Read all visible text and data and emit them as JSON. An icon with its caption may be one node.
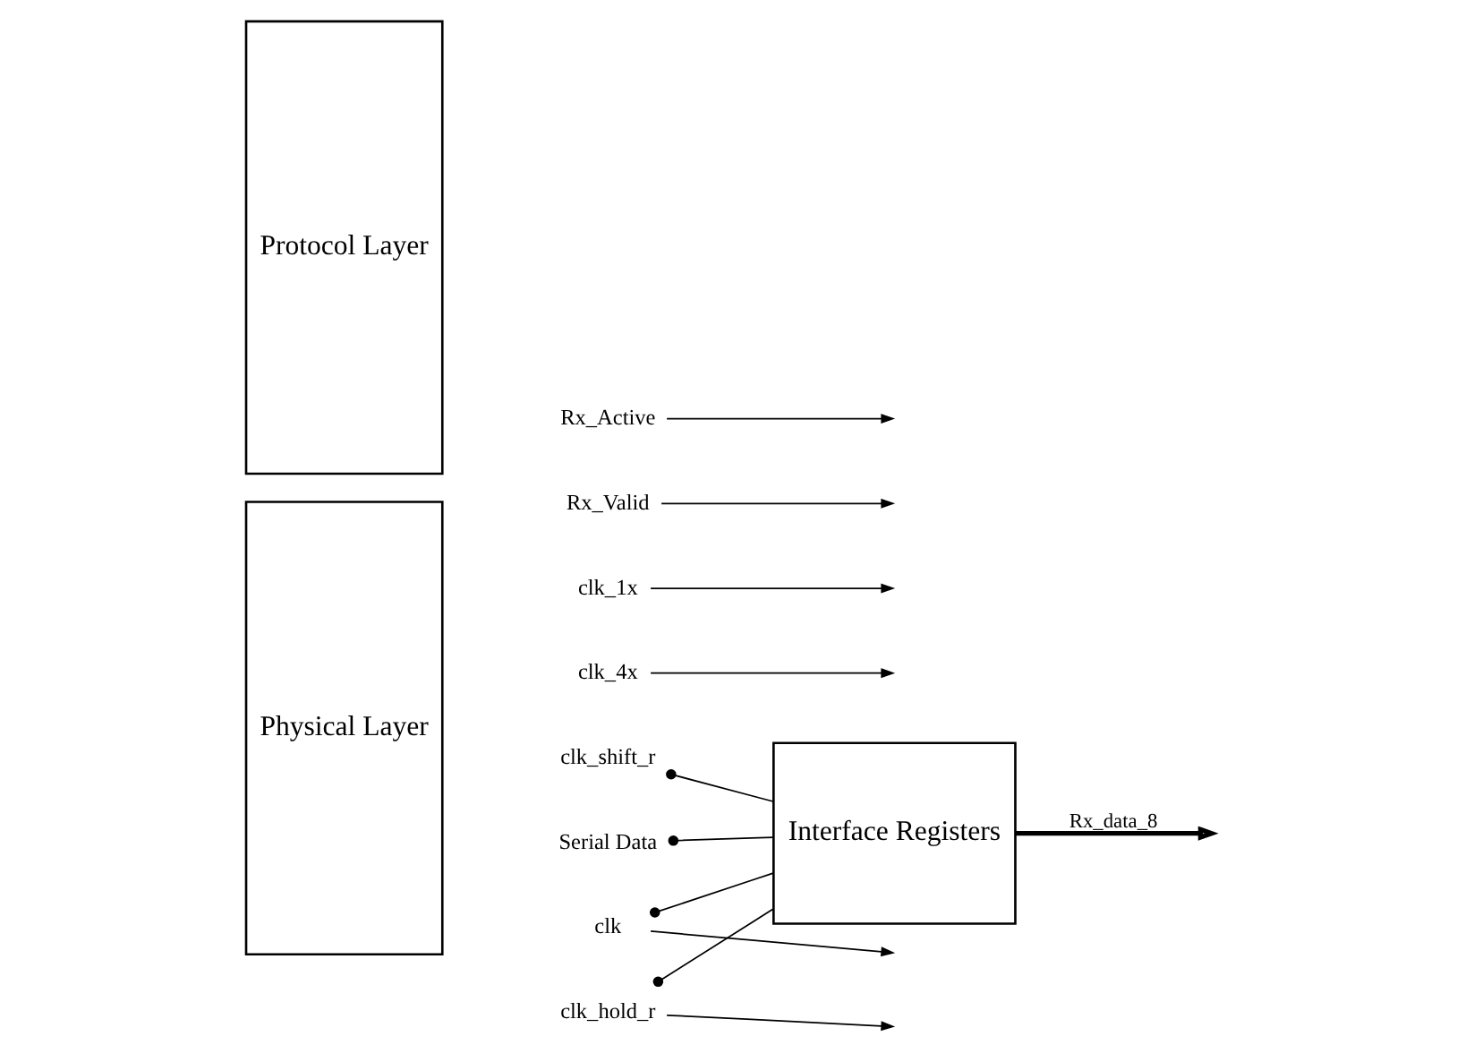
{
  "diagram": {
    "nodes": [
      {
        "text": [
          "Physical Layer"
        ]
      },
      {
        "text": [
          "Rx_Active"
        ]
      },
      {
        "text": [
          "Rx_Valid"
        ]
      },
      {
        "text": [
          "clk_1x"
        ]
      },
      {
        "text": [
          "clk_4x"
        ]
      },
      {
        "text": [
          "Serial Data"
        ]
      },
      {
        "text": [
          "clk_shift_r"
        ]
      },
      {
        "text": [
          "clk_hold_r"
        ]
      },
      {
        "text": [
          "clk"
        ]
      },
      {
        "text": [
          "Interface Registers"
        ]
      },
      {
        "text": [
          "Protocol Layer"
        ]
      }
    ],
    "edges": [
      {
        "from": 1,
        "to": null,
        "arrow": "to"
      },
      {
        "from": 2,
        "to": null,
        "arrow": "to"
      },
      {
        "from": 3,
        "to": null,
        "arrow": "to"
      },
      {
        "from": 4,
        "to": null,
        "arrow": "to"
      },
      {
        "from": 5,
        "to": 9,
        "arrow": "other"
      },
      {
        "from": 6,
        "to": 9,
        "arrow": "other"
      },
      {
        "from": 7,
        "to": 9,
        "arrow": "other"
      },
      {
        "from": 8,
        "to": 9,
        "arrow": "other"
      },
      {
        "from": 9,
        "to": null,
        "arrow": "to",
        "label": "Rx_data_8",
        "style": "thick"
      },
      {
        "from": 8,
        "to": null,
        "arrow": "to"
      },
      {
        "from": 7,
        "to": null,
        "arrow": "to"
      }
    ]
  }
}
